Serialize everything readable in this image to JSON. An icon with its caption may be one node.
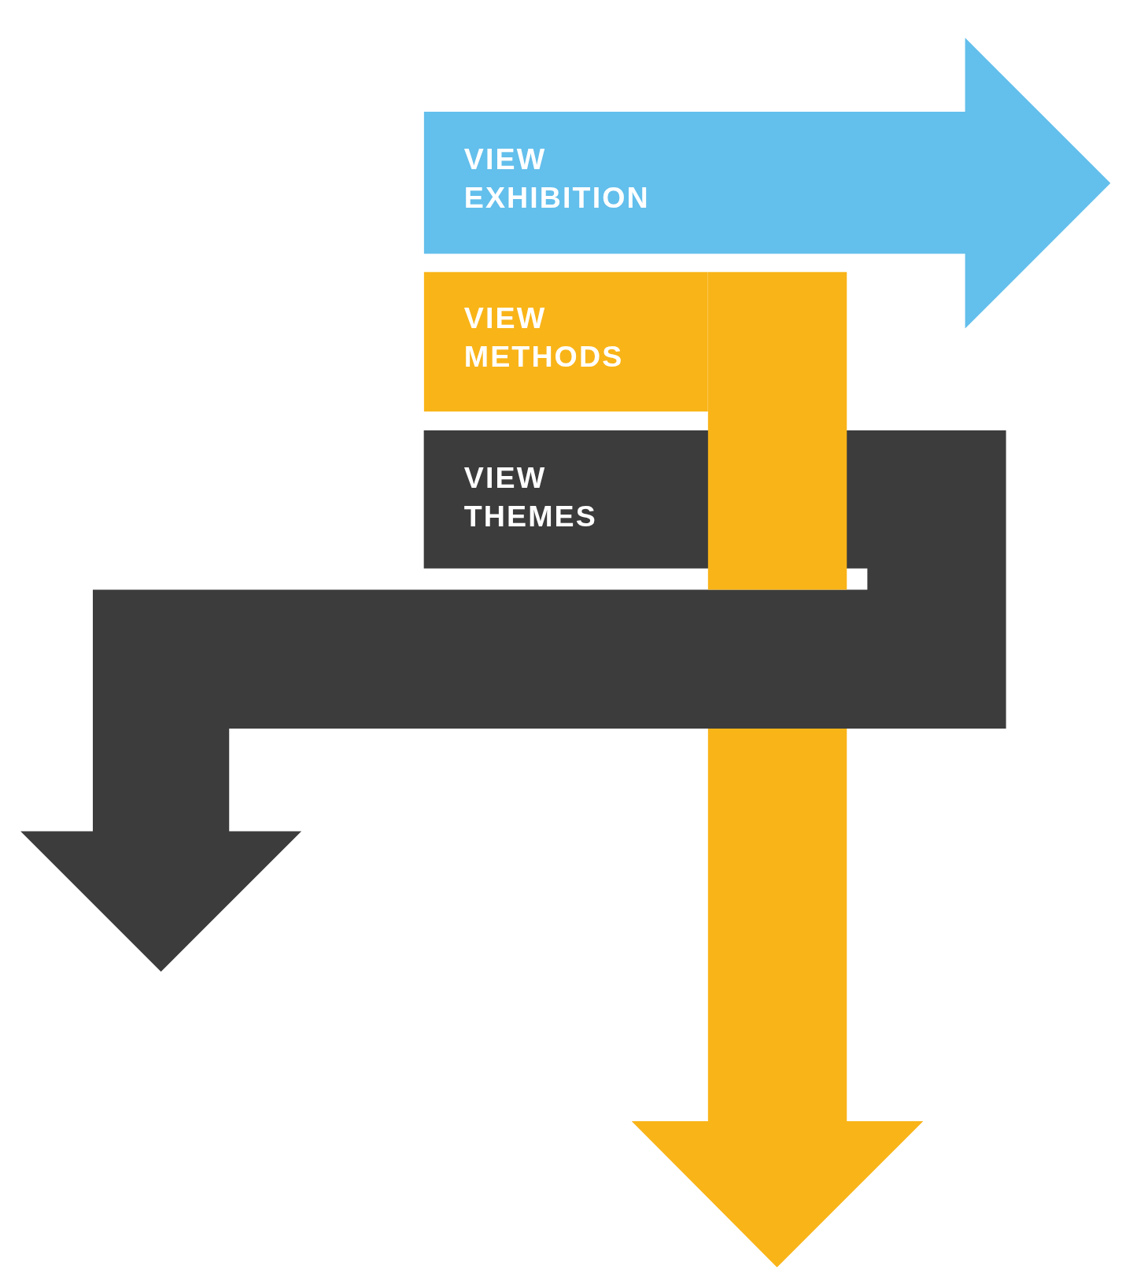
{
  "diagram": {
    "nodes": [
      {
        "text": [
          "VIEW EXHIBITION"
        ]
      },
      {
        "text": [
          "VIEW METHODS"
        ]
      },
      {
        "text": [
          "VIEW THEMES"
        ]
      }
    ]
  }
}
